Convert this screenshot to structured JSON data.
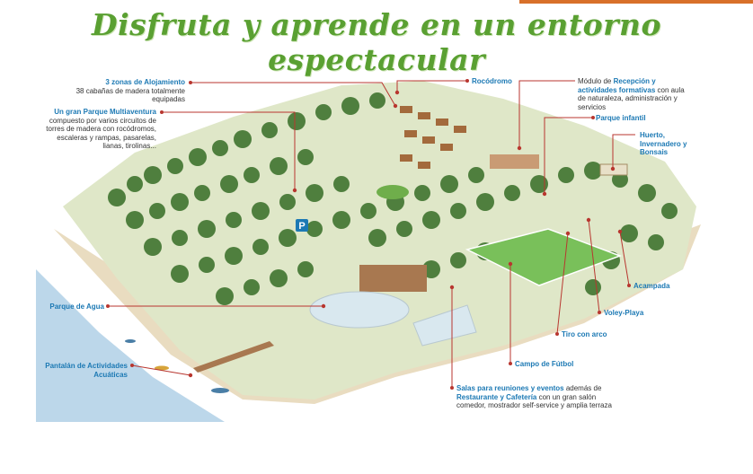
{
  "title": "Disfruta y aprende en un entorno espectacular",
  "colors": {
    "title_green": "#5aa032",
    "label_blue": "#1c79b4",
    "leader_red": "#b8362f",
    "accent_orange": "#d8702a",
    "water": "#bcd7ea",
    "sand": "#e9dcc0",
    "forest": "#4f7f3e",
    "field": "#79c05a"
  },
  "icons": {
    "parking": "P"
  },
  "labels": {
    "alojamiento": {
      "title": "3 zonas de Alojamiento",
      "desc": "38 cabañas de madera totalmente equipadas"
    },
    "multiaventura": {
      "title": "Un gran Parque Multiaventura",
      "desc": "compuesto por varios circuitos de torres de madera con rocódromos, escaleras y rampas, pasarelas, lianas, tirolinas..."
    },
    "rocodromo": {
      "title": "Rocódromo"
    },
    "recepcion": {
      "pre": "Módulo de ",
      "title": "Recepción y actividades formativas",
      "desc": " con aula de naturaleza, administración y servicios"
    },
    "parque_infantil": {
      "title": "Parque infantil"
    },
    "huerto": {
      "title": "Huerto, Invernadero y Bonsais"
    },
    "parque_agua": {
      "title": "Parque de Agua"
    },
    "pantalan": {
      "title": "Pantalán de Actividades Acuáticas"
    },
    "acampada": {
      "title": "Acampada"
    },
    "voley": {
      "title": "Voley-Playa"
    },
    "tiro": {
      "title": "Tiro con arco"
    },
    "futbol": {
      "title": "Campo de Fútbol"
    },
    "salas": {
      "title": "Salas para reuniones y eventos",
      "mid": " además de ",
      "title2": "Restaurante y Cafetería",
      "desc": " con un gran salón comedor, mostrador self-service y amplia terraza"
    }
  }
}
